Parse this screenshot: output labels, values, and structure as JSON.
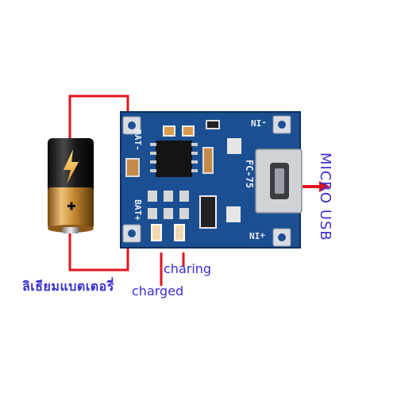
{
  "board": {
    "bat_minus": "BAT-",
    "bat_plus": "BAT+",
    "in_minus": "-IN",
    "in_plus": "+IN",
    "chip_label": "FC-75"
  },
  "labels": {
    "battery_thai": "ลิเธียมแบตเตอรี่",
    "charged": "charged",
    "charing": "charing",
    "micro_usb": "MICRO USB"
  },
  "colors": {
    "wire": "#e0141e",
    "pcb": "#1b4f92",
    "label": "#3a2fd0"
  }
}
